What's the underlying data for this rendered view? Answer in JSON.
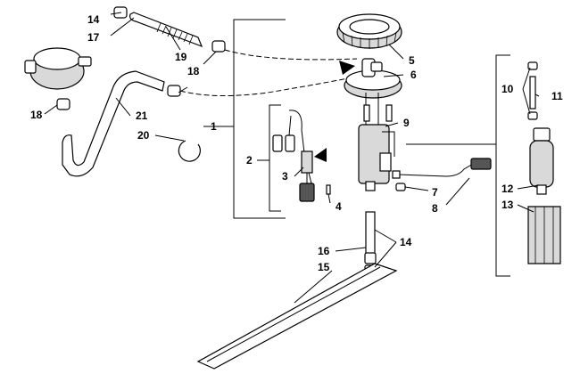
{
  "callouts": {
    "c1": "1",
    "c2": "2",
    "c3": "3",
    "c4": "4",
    "c5": "5",
    "c6": "6",
    "c7": "7",
    "c8": "8",
    "c9": "9",
    "c10": "10",
    "c11": "11",
    "c12": "12",
    "c13": "13",
    "c14a": "14",
    "c14b": "14",
    "c15": "15",
    "c16": "16",
    "c17": "17",
    "c18a": "18",
    "c18b": "18",
    "c19": "19",
    "c20": "20",
    "c21": "21"
  },
  "icons": {
    "arrow_marker": "filled-triangle-arrow-icon"
  }
}
